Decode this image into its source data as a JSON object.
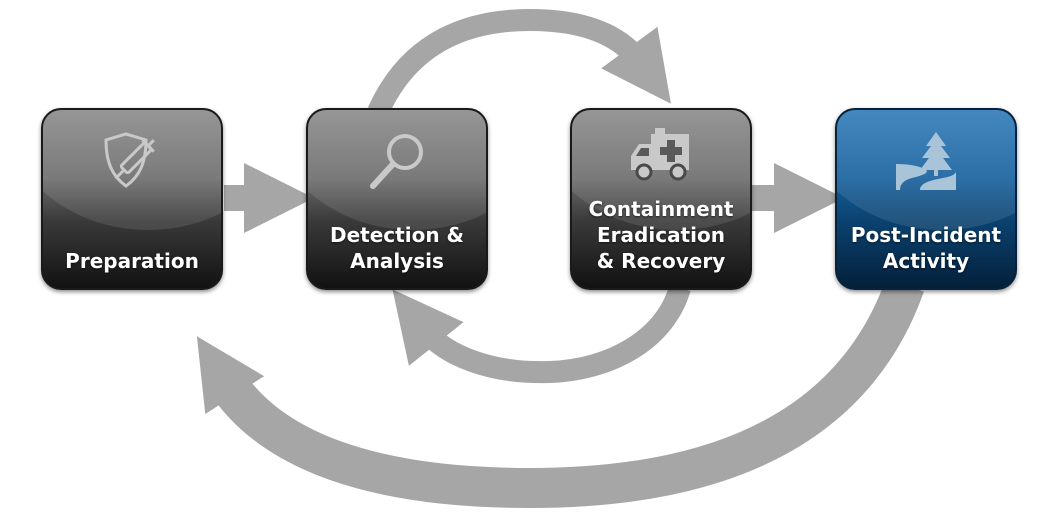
{
  "diagram": {
    "arrow_color": "#a6a6a6",
    "stages": [
      {
        "id": "preparation",
        "label": "Preparation",
        "icon": "shield-syringe-icon",
        "style": "dark"
      },
      {
        "id": "detection",
        "label": "Detection &\nAnalysis",
        "icon": "magnifier-icon",
        "style": "dark"
      },
      {
        "id": "containment",
        "label": "Containment\nEradication\n& Recovery",
        "icon": "ambulance-icon",
        "style": "dark"
      },
      {
        "id": "post-incident",
        "label": "Post-Incident\nActivity",
        "icon": "landscape-tree-icon",
        "style": "blue"
      }
    ]
  }
}
